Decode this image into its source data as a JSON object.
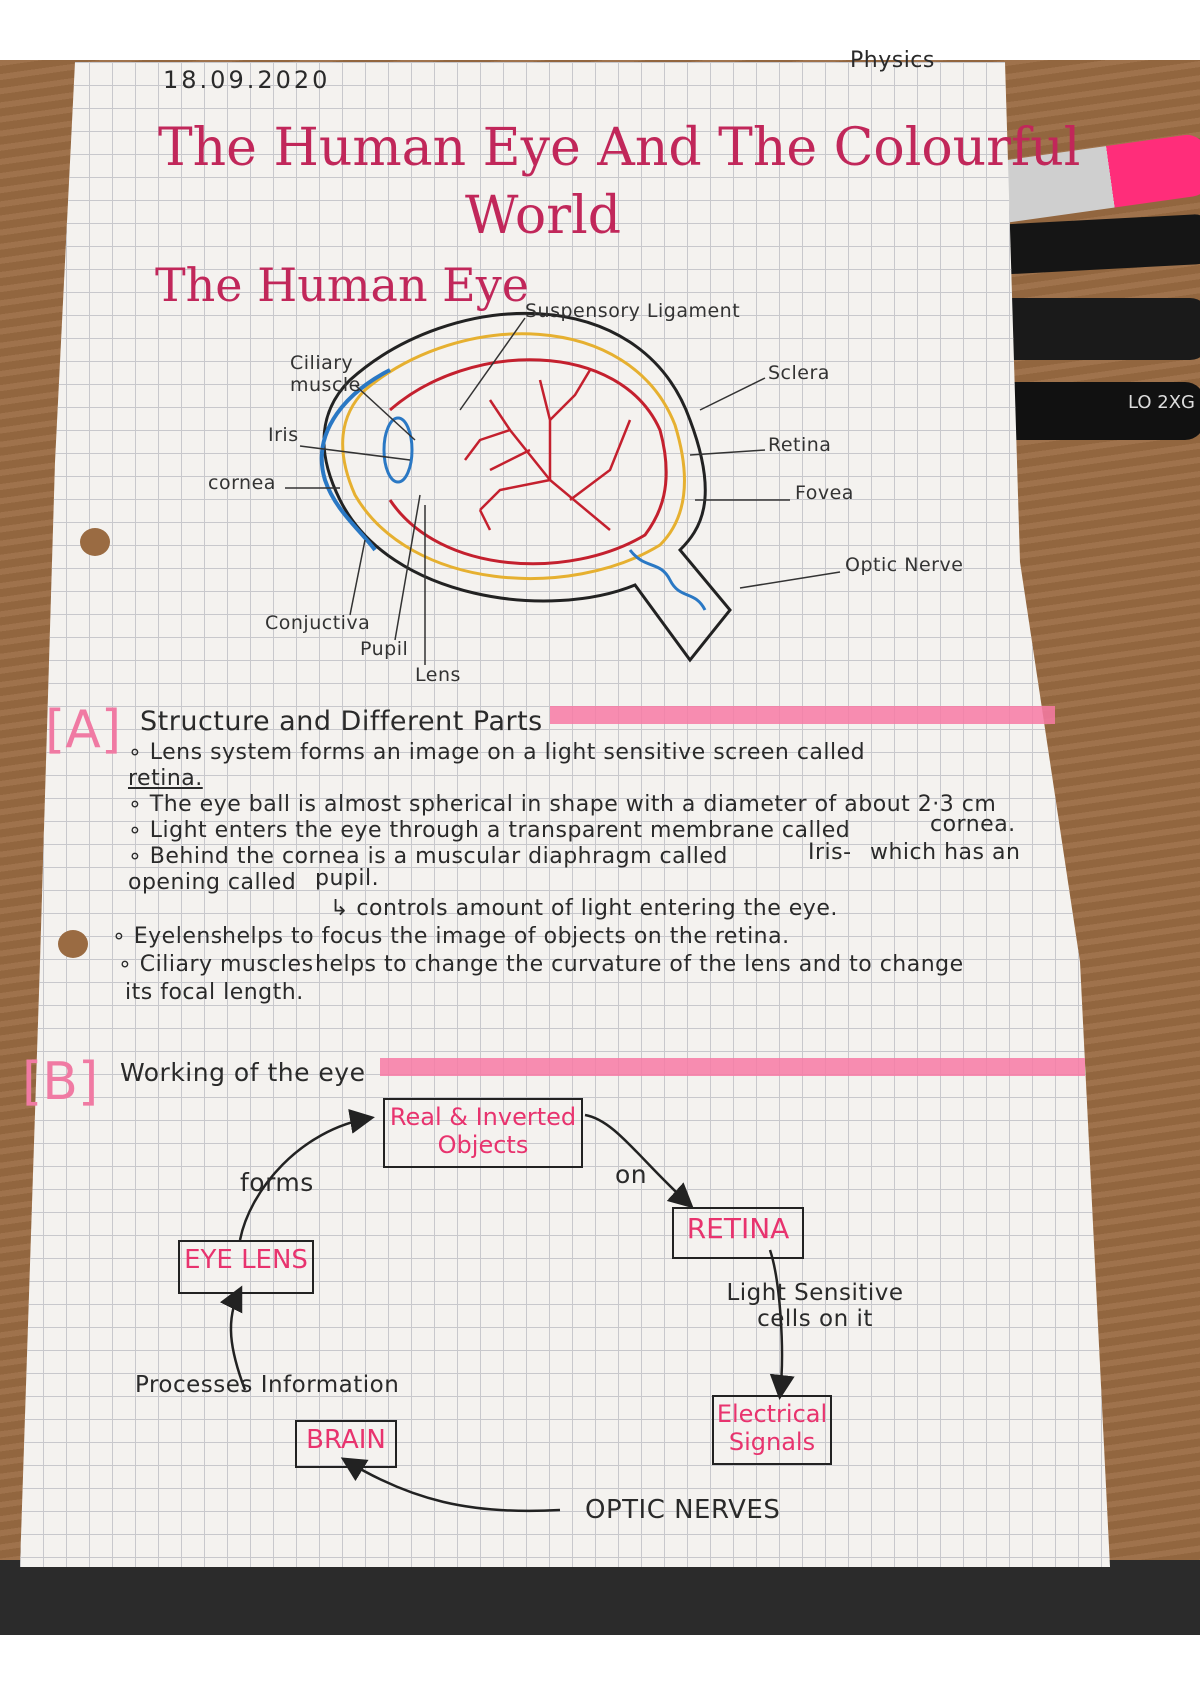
{
  "header": {
    "date": "18.09.2020",
    "subject": "Physics"
  },
  "title": {
    "line1": "The Human Eye And The Colourful",
    "line2": "World"
  },
  "heading_eye": "The Human Eye",
  "diagram_labels": {
    "suspensory": "Suspensory Ligament",
    "ciliary": "Ciliary muscle",
    "sclera": "Sclera",
    "iris": "Iris",
    "retina": "Retina",
    "cornea": "cornea",
    "fovea": "Fovea",
    "optic": "Optic Nerve",
    "conjunctiva": "Conjuctiva",
    "pupil": "Pupil",
    "lens": "Lens"
  },
  "section_a": {
    "marker": "[A]",
    "heading": "Structure and Different Parts",
    "lines": [
      "∘ Lens system forms an image on a light sensitive screen called",
      "retina.",
      "∘ The eye ball is almost spherical in shape with a diameter of about 2·3 cm",
      "∘ Light enters the eye through a transparent membrane called",
      "∘ Behind the cornea is a muscular diaphragm called",
      "opening called",
      "↳ controls amount of light entering the eye.",
      "helps to focus the image of objects on the retina.",
      "helps to change the curvature of the lens and to change",
      "its focal length."
    ],
    "pink_cornea": "cornea.",
    "pink_iris": "Iris-",
    "iris_tail": "which has an",
    "pink_pupil": "pupil.",
    "pink_eyelens": "∘ Eyelens",
    "pink_ciliary": "∘ Ciliary muscles"
  },
  "section_b": {
    "marker": "[B]",
    "heading": "Working of the eye",
    "boxes": {
      "real": "Real & Inverted Objects",
      "retina": "RETINA",
      "signals": "Electrical Signals",
      "brain": "BRAIN",
      "eyelens": "EYE LENS"
    },
    "arrow_labels": {
      "on": "on",
      "light": "Light Sensitive cells on it",
      "optic": "OPTIC NERVES",
      "processes": "Processes Information",
      "forms": "forms"
    }
  },
  "pen_text": "LO 2XG"
}
